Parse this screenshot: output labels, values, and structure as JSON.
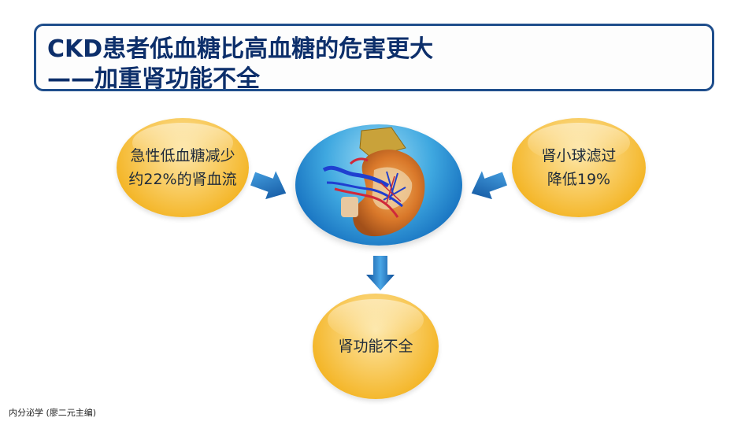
{
  "title": {
    "line1": "CKD患者低血糖比高血糖的危害更大",
    "line2": "——加重肾功能不全"
  },
  "diagram": {
    "left_node": {
      "line1": "急性低血糖减少",
      "line2": "约22%的肾血流"
    },
    "right_node": {
      "line1": "肾小球滤过",
      "line2": "降低19%"
    },
    "center_node": {
      "image": "kidney-anatomy-illustration"
    },
    "bottom_node": {
      "label": "肾功能不全"
    },
    "arrows": [
      "left-to-center",
      "right-to-center",
      "center-to-bottom"
    ],
    "colors": {
      "oval": "#f5b82a",
      "center": "#1a78c6",
      "arrow": "#1467b5",
      "title_border": "#1f4e8c",
      "title_text": "#0d2f6b"
    }
  },
  "footer": {
    "source": "内分泌学 (廖二元主编)"
  }
}
